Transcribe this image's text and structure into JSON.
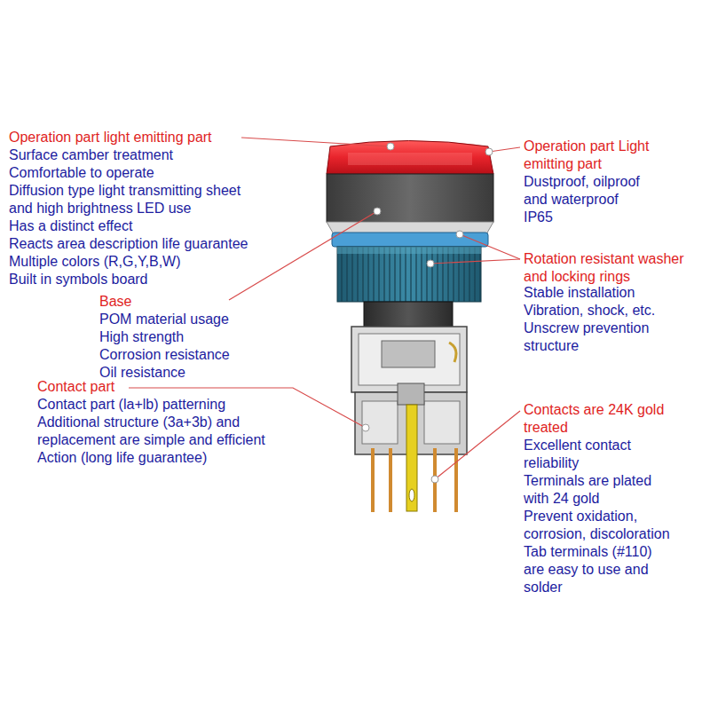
{
  "diagram": {
    "labels": [
      "Operation part light emitting part",
      "Surface camber treatment",
      "Comfortable to operate",
      "Diffusion type light transmitting sheet",
      "and high brightness LED use",
      "Has a distinct effect",
      "Reacts area description life guarantee",
      "Multiple colors (R,G,Y,B,W)",
      "Built in symbols board",
      "Base",
      "POM material usage",
      "High strength",
      "Corrosion resistance",
      "Oil resistance",
      "Contact part",
      "Contact part (la+lb) patterning",
      "Additional structure (3a+3b) and",
      "replacement are simple and efficient",
      "Action (long life guarantee)",
      "Operation part Light",
      "emitting part",
      "Dustproof, oilproof",
      "and waterproof",
      "IP65",
      "Rotation resistant washer",
      "and locking rings",
      "Stable installation",
      "Vibration, shock, etc.",
      "Unscrew prevention",
      "structure",
      "Contacts are 24K gold",
      "treated",
      "Excellent contact",
      "reliability",
      "Terminals are plated",
      "with 24 gold",
      "Prevent oxidation,",
      "corrosion, discoloration",
      "Tab terminals (#110)",
      "are easy to use and",
      "solder"
    ]
  }
}
